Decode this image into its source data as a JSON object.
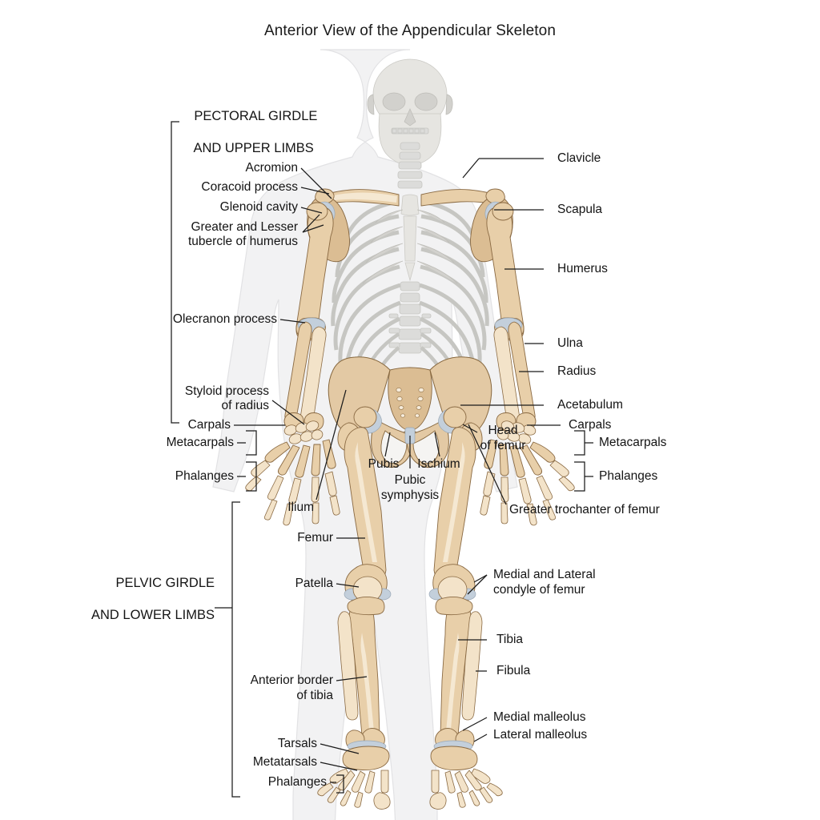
{
  "figure": {
    "title": "Anterior View of the Appendicular Skeleton",
    "colors": {
      "background": "#ffffff",
      "text": "#141414",
      "leader_line": "#1a1a1a",
      "appendicular_bone": "#e8cfa9",
      "axial_bone_grey": "#dcdcda",
      "cartilage": "#c3cfdb",
      "body_silhouette": "#f2f2f3"
    }
  },
  "groups": [
    {
      "id": "pectoral",
      "line1": "PECTORAL GIRDLE",
      "line2": "AND UPPER LIMBS"
    },
    {
      "id": "pelvic",
      "line1": "PELVIC GIRDLE",
      "line2": "AND LOWER LIMBS"
    }
  ],
  "labels_left": [
    {
      "id": "acromion",
      "text": "Acromion"
    },
    {
      "id": "coracoid",
      "text": "Coracoid process"
    },
    {
      "id": "glenoid",
      "text": "Glenoid cavity"
    },
    {
      "id": "tubercle_l1",
      "text": "Greater and Lesser"
    },
    {
      "id": "tubercle_l2",
      "text": "tubercle of humerus"
    },
    {
      "id": "olecranon",
      "text": "Olecranon process"
    },
    {
      "id": "styloid_l1",
      "text": "Styloid process"
    },
    {
      "id": "styloid_l2",
      "text": "of radius"
    },
    {
      "id": "carpals_l",
      "text": "Carpals"
    },
    {
      "id": "metacarpals_l",
      "text": "Metacarpals"
    },
    {
      "id": "phalanges_l",
      "text": "Phalanges"
    },
    {
      "id": "ilium",
      "text": "Ilium"
    },
    {
      "id": "femur",
      "text": "Femur"
    },
    {
      "id": "patella",
      "text": "Patella"
    },
    {
      "id": "ant_border_l1",
      "text": "Anterior border"
    },
    {
      "id": "ant_border_l2",
      "text": "of tibia"
    },
    {
      "id": "tarsals",
      "text": "Tarsals"
    },
    {
      "id": "metatarsals",
      "text": "Metatarsals"
    },
    {
      "id": "phalanges_foot",
      "text": "Phalanges"
    }
  ],
  "labels_right": [
    {
      "id": "clavicle",
      "text": "Clavicle"
    },
    {
      "id": "scapula",
      "text": "Scapula"
    },
    {
      "id": "humerus",
      "text": "Humerus"
    },
    {
      "id": "ulna",
      "text": "Ulna"
    },
    {
      "id": "radius",
      "text": "Radius"
    },
    {
      "id": "acetabulum",
      "text": "Acetabulum"
    },
    {
      "id": "carpals_r",
      "text": "Carpals"
    },
    {
      "id": "metacarpals_r",
      "text": "Metacarpals"
    },
    {
      "id": "phalanges_r",
      "text": "Phalanges"
    },
    {
      "id": "trochanter",
      "text": "Greater trochanter of femur"
    },
    {
      "id": "condyle_l1",
      "text": "Medial and Lateral"
    },
    {
      "id": "condyle_l2",
      "text": "condyle of femur"
    },
    {
      "id": "tibia",
      "text": "Tibia"
    },
    {
      "id": "fibula",
      "text": "Fibula"
    },
    {
      "id": "med_malleolus",
      "text": "Medial malleolus"
    },
    {
      "id": "lat_malleolus",
      "text": "Lateral malleolus"
    }
  ],
  "labels_center": [
    {
      "id": "head_femur_l1",
      "text": "Head"
    },
    {
      "id": "head_femur_l2",
      "text": "of femur"
    },
    {
      "id": "pubis",
      "text": "Pubis"
    },
    {
      "id": "ischium",
      "text": "Ischium"
    },
    {
      "id": "pubic_sym_l1",
      "text": "Pubic"
    },
    {
      "id": "pubic_sym_l2",
      "text": "symphysis"
    }
  ]
}
